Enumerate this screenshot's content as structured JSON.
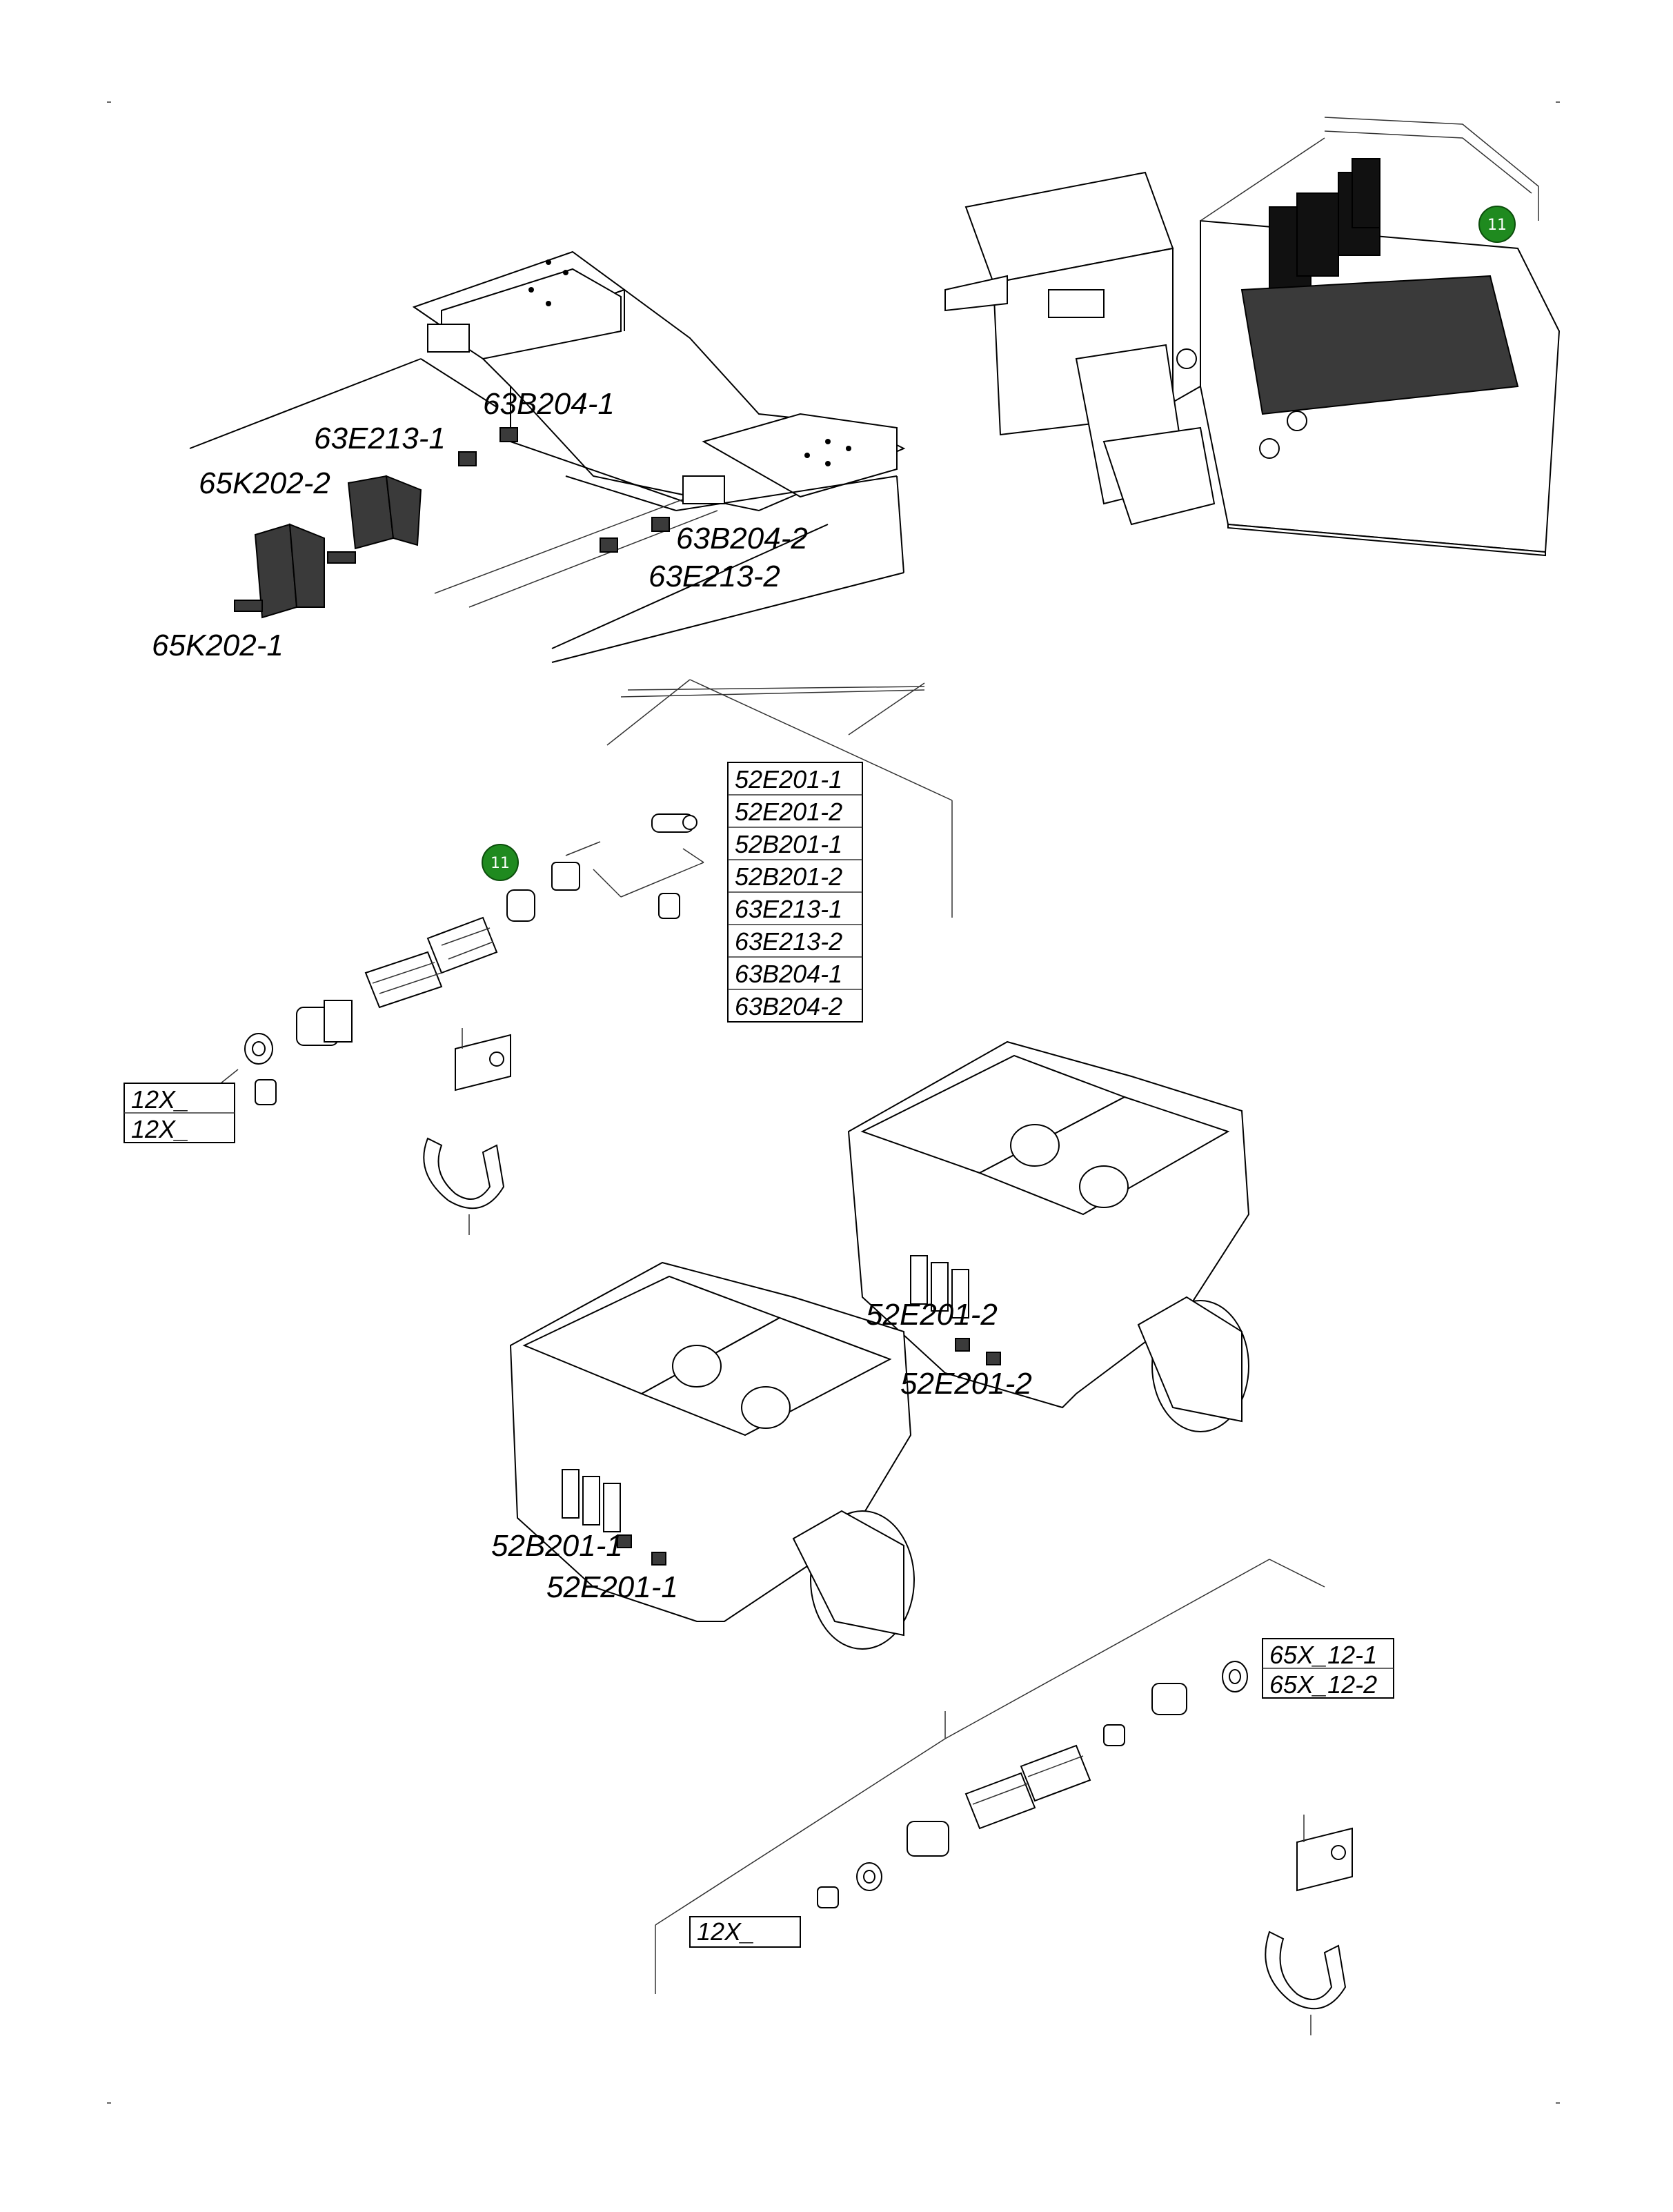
{
  "badge_color": "#1f8a1f",
  "badges": {
    "top_right": "11",
    "sub_assembly": "11"
  },
  "frame_labels": {
    "l_63B204_1": "63B204-1",
    "l_63E213_1": "63E213-1",
    "l_65K202_2": "65K202-2",
    "l_63B204_2": "63B204-2",
    "l_63E213_2": "63E213-2",
    "l_65K202_1": "65K202-1"
  },
  "engine_labels": {
    "l_52E201_2a": "52E201-2",
    "l_52E201_2b": "52E201-2",
    "l_52B201_1": "52B201-1",
    "l_52E201_1": "52E201-1"
  },
  "sensor_table": [
    "52E201-1",
    "52E201-2",
    "52B201-1",
    "52B201-2",
    "63E213-1",
    "63E213-2",
    "63B204-1",
    "63B204-2"
  ],
  "left_connector_table": [
    "12X_",
    "12X_"
  ],
  "right_connector_table": [
    "65X_12-1",
    "65X_12-2"
  ],
  "bottom_connector_table": [
    "12X_"
  ],
  "icons": [
    "frame-icon",
    "machine-icon",
    "engine-icon",
    "connector-icon",
    "cable-tie-icon",
    "tag-icon",
    "callout-badge-icon"
  ]
}
